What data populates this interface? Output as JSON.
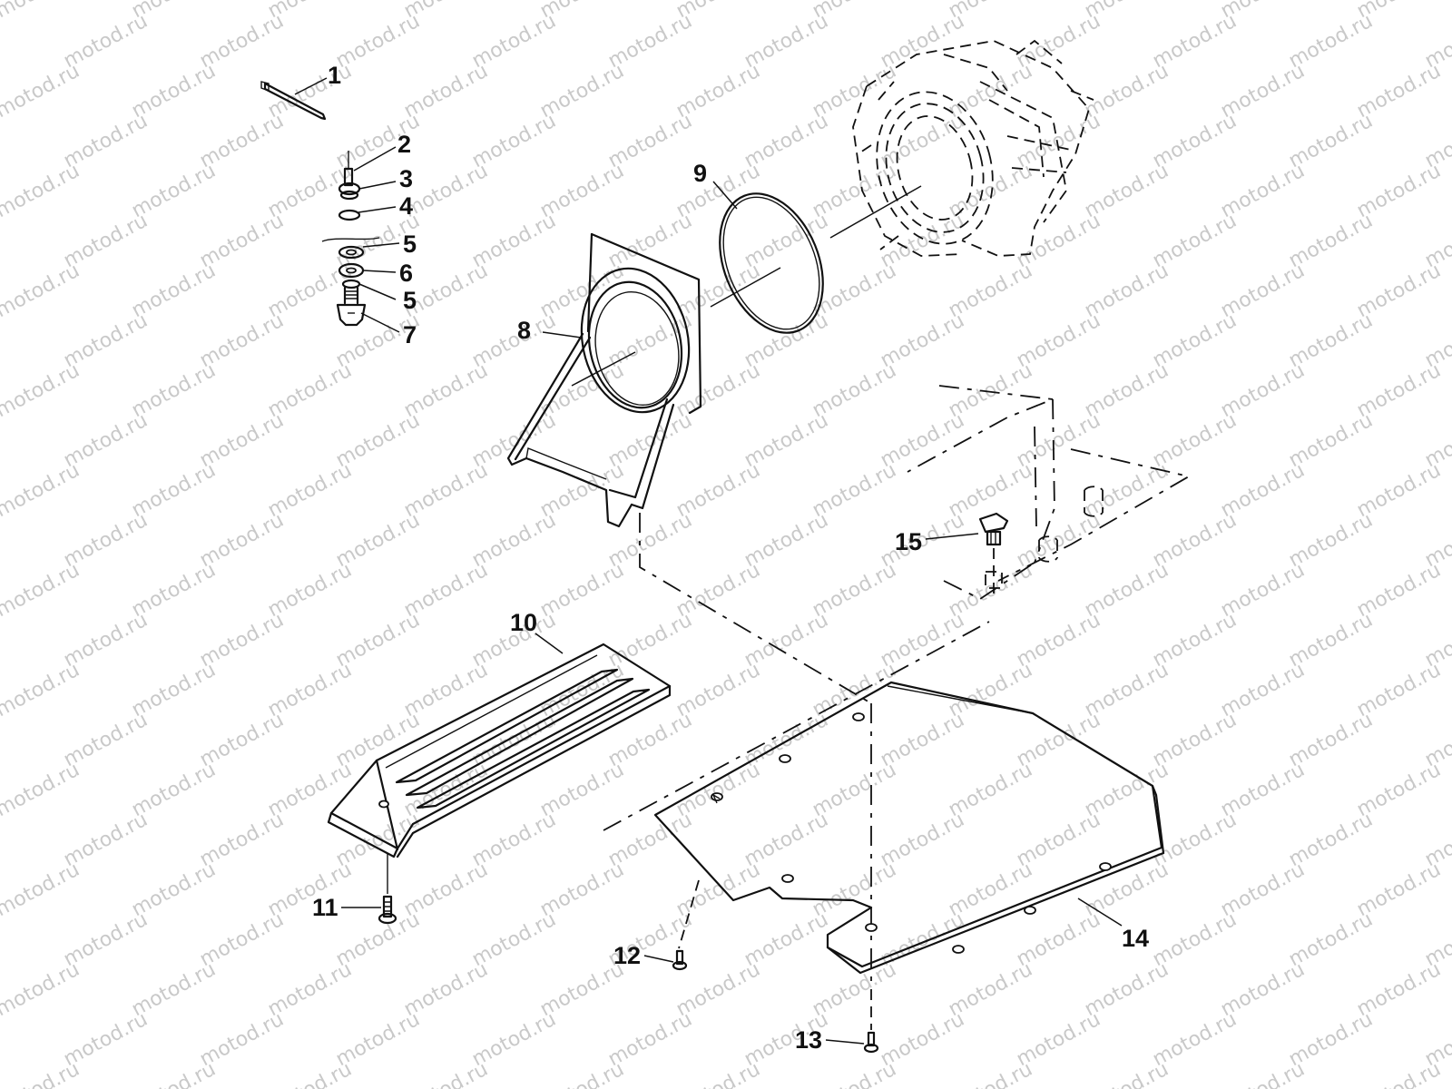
{
  "watermark": {
    "text": "motod.ru"
  },
  "callouts": [
    {
      "id": "1",
      "label": "1"
    },
    {
      "id": "2",
      "label": "2"
    },
    {
      "id": "3",
      "label": "3"
    },
    {
      "id": "4",
      "label": "4"
    },
    {
      "id": "5a",
      "label": "5"
    },
    {
      "id": "6",
      "label": "6"
    },
    {
      "id": "5b",
      "label": "5"
    },
    {
      "id": "7",
      "label": "7"
    },
    {
      "id": "8",
      "label": "8"
    },
    {
      "id": "9",
      "label": "9"
    },
    {
      "id": "10",
      "label": "10"
    },
    {
      "id": "11",
      "label": "11"
    },
    {
      "id": "12",
      "label": "12"
    },
    {
      "id": "13",
      "label": "13"
    },
    {
      "id": "14",
      "label": "14"
    },
    {
      "id": "15",
      "label": "15"
    }
  ]
}
